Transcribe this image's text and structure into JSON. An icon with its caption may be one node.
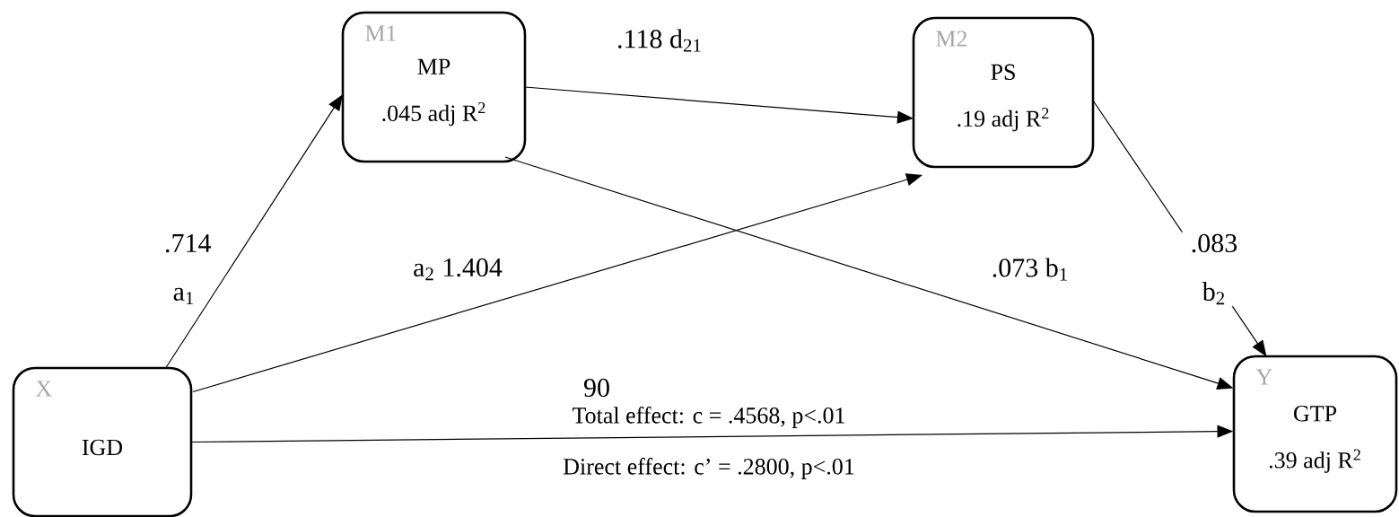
{
  "diagram": {
    "nodes": [
      {
        "text": [
          "X",
          "IGD"
        ]
      },
      {
        "text": [
          "M1",
          "MP",
          ".045 adj R$^{2}$"
        ]
      },
      {
        "text": [
          "M2",
          "PS",
          ".19 adj R$^{2}$"
        ]
      },
      {
        "text": [
          "Y",
          "GTP",
          ".39 adj R$^{2}$"
        ]
      }
    ],
    "edges": [
      {
        "from": 0,
        "to": 1,
        "arrow": "to",
        "label": ".714 a$_{1}$"
      },
      {
        "from": 0,
        "to": 2,
        "arrow": "to",
        "label": "a$_{2}$ 1.404"
      },
      {
        "from": 1,
        "to": 2,
        "arrow": "to",
        "label": ".118 d$_{21}$"
      },
      {
        "from": 1,
        "to": 3,
        "arrow": "to",
        "label": ".073 b$_{1}$"
      },
      {
        "from": 2,
        "to": 3,
        "arrow": "to",
        "label": ".083 b$_{2}$"
      },
      {
        "from": 0,
        "to": 3,
        "arrow": "to",
        "label": "Total effect: c = .4568, p<.01"
      }
    ],
    "labels": [
      "90",
      "Direct effect: c’ = .2800, p<.01"
    ]
  }
}
